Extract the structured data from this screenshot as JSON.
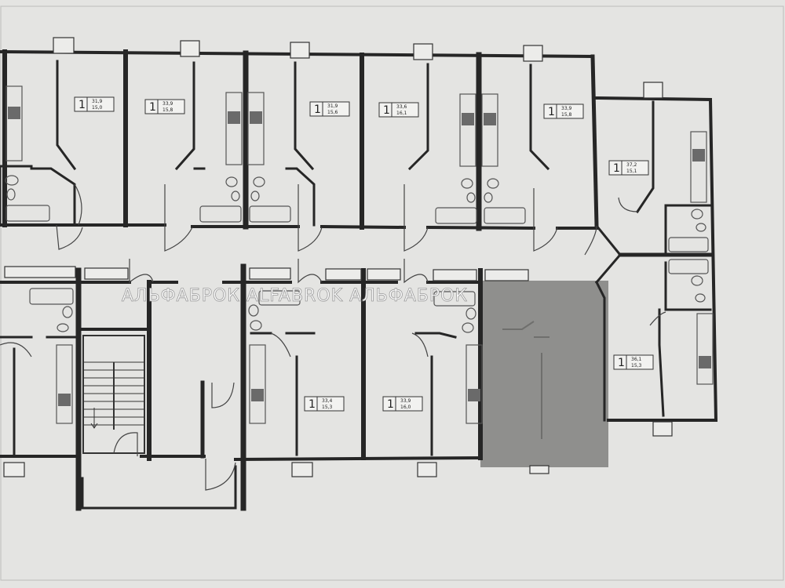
{
  "watermark": "АЛЬФАБРОК ALFABROK АЛЬФАБРОК",
  "colors": {
    "paper": "#e4e4e2",
    "wall": "#262626",
    "highlight": "#8f8f8d",
    "fixture": "#555555"
  },
  "highlighted_unit": "selected apartment (shaded)",
  "apartments": [
    {
      "rooms": "1",
      "area_total": "31,9",
      "area_living": "15,0"
    },
    {
      "rooms": "1",
      "area_total": "33,9",
      "area_living": "15,8"
    },
    {
      "rooms": "1",
      "area_total": "31,9",
      "area_living": "15,6"
    },
    {
      "rooms": "1",
      "area_total": "33,6",
      "area_living": "16,1"
    },
    {
      "rooms": "1",
      "area_total": "33,9",
      "area_living": "15,8"
    },
    {
      "rooms": "1",
      "area_total": "37,2",
      "area_living": "15,1"
    },
    {
      "rooms": "1",
      "area_total": "33,4",
      "area_living": "15,3"
    },
    {
      "rooms": "1",
      "area_total": "33,9",
      "area_living": "16,0"
    },
    {
      "rooms": "1",
      "area_total": "36,1",
      "area_living": "15,3"
    }
  ]
}
